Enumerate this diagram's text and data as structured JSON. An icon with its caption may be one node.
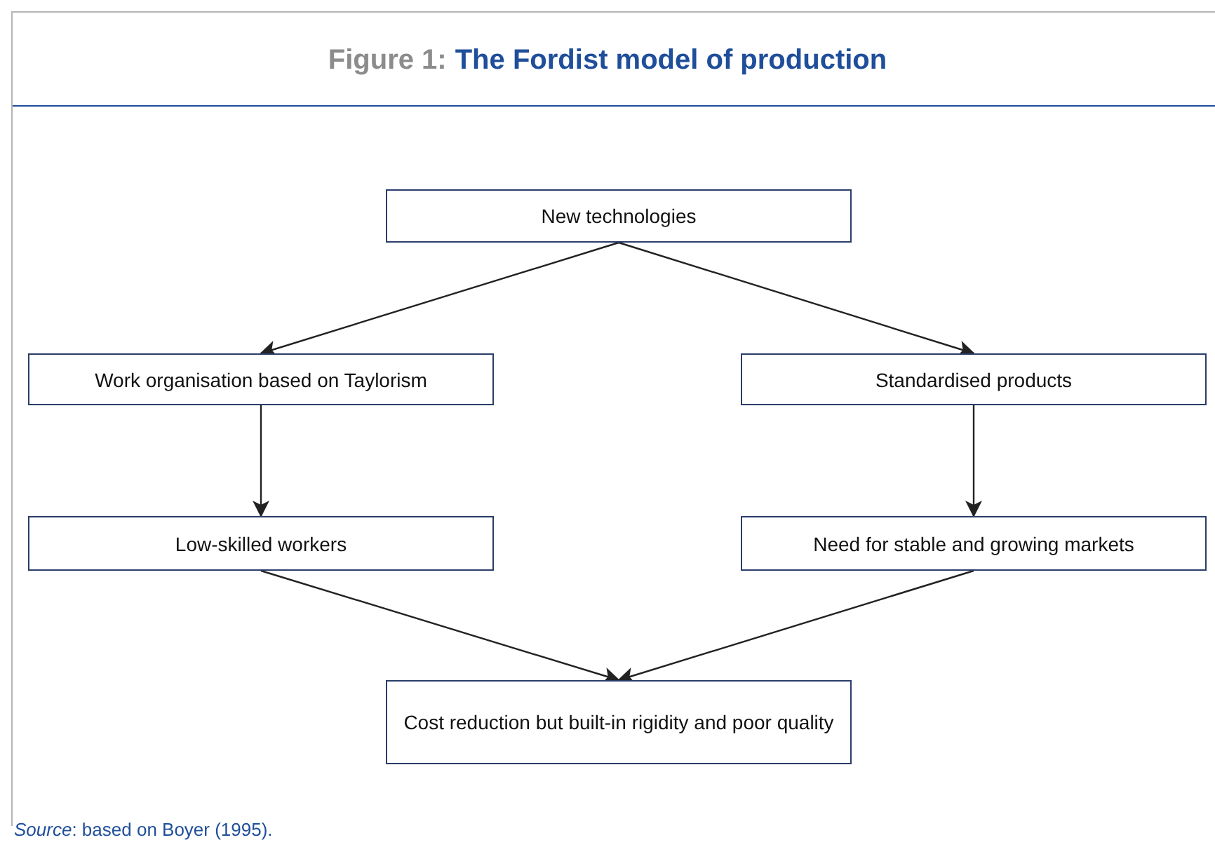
{
  "diagram": {
    "title": "The Fordist model of production",
    "caption": "*Source*: based on Boyer (1995).",
    "labels": [
      "Figure 1:"
    ],
    "nodes": [
      {
        "text": [
          "New technologies"
        ]
      },
      {
        "text": [
          "Work organisation based on Taylorism"
        ]
      },
      {
        "text": [
          "Standardised products"
        ]
      },
      {
        "text": [
          "Low-skilled workers"
        ]
      },
      {
        "text": [
          "Need for stable and growing markets"
        ]
      },
      {
        "text": [
          "Cost reduction but built-in rigidity and poor quality"
        ]
      }
    ],
    "edges": [
      {
        "from": 0,
        "to": 1,
        "arrow": "to"
      },
      {
        "from": 0,
        "to": 2,
        "arrow": "to"
      },
      {
        "from": 1,
        "to": 3,
        "arrow": "to"
      },
      {
        "from": 2,
        "to": 4,
        "arrow": "to"
      },
      {
        "from": 3,
        "to": 5,
        "arrow": "to"
      },
      {
        "from": 4,
        "to": 5,
        "arrow": "to"
      }
    ]
  }
}
